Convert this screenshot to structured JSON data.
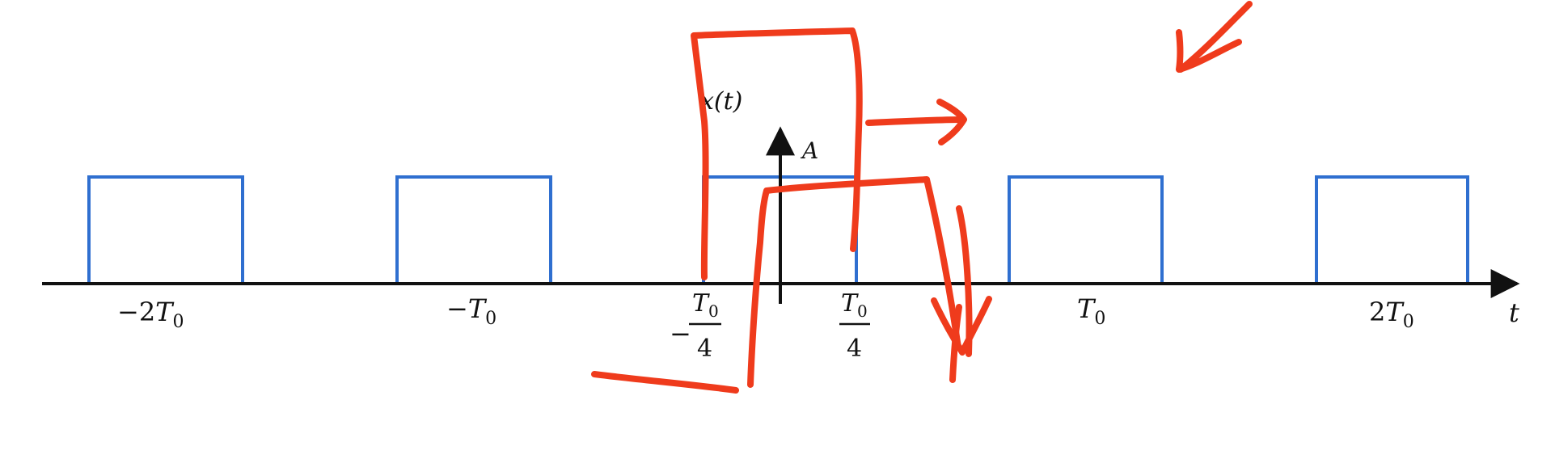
{
  "figure": {
    "signal_label": "x(t)",
    "amplitude_label": "A",
    "time_axis_label": "t",
    "tick_labels": [
      {
        "sign": "−",
        "coef": "2",
        "sym": "T",
        "sub": "0"
      },
      {
        "sign": "−",
        "coef": "",
        "sym": "T",
        "sub": "0"
      },
      {
        "sign": "",
        "coef": "2",
        "sym": "T",
        "sub": "0"
      },
      {
        "sign": "",
        "coef": "",
        "sym": "T",
        "sub": "0"
      }
    ],
    "fraction_labels": [
      {
        "sign": "−",
        "num_sym": "T",
        "num_sub": "0",
        "den": "4"
      },
      {
        "sign": "",
        "num_sym": "T",
        "num_sub": "0",
        "den": "4"
      }
    ],
    "colors": {
      "signal": "#2f6fd0",
      "axis": "#111111",
      "annotation": "#ef3b1c"
    }
  }
}
